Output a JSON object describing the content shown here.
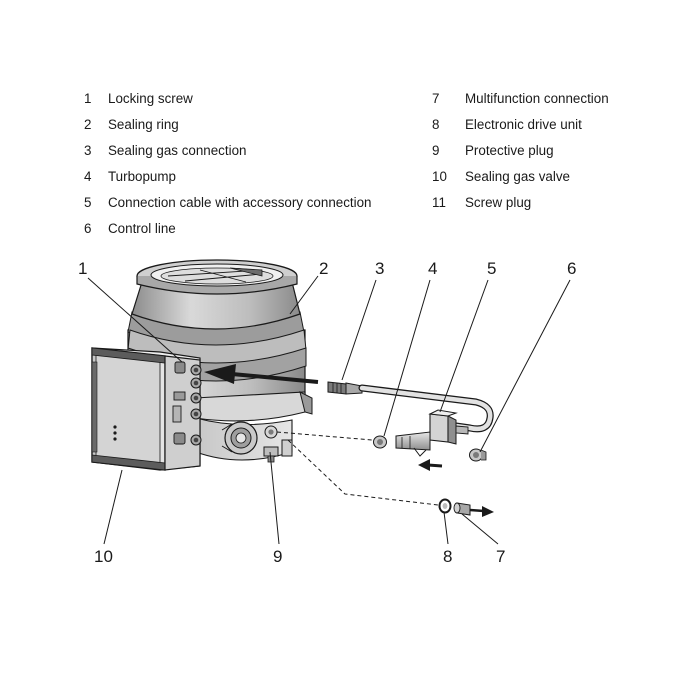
{
  "legend": {
    "left": [
      {
        "num": "1",
        "label": "Locking screw"
      },
      {
        "num": "2",
        "label": "Sealing ring"
      },
      {
        "num": "3",
        "label": "Sealing gas connection"
      },
      {
        "num": "4",
        "label": "Turbopump"
      },
      {
        "num": "5",
        "label": "Connection cable with accessory connection"
      },
      {
        "num": "6",
        "label": "Control line"
      }
    ],
    "right": [
      {
        "num": "7",
        "label": "Multifunction connection"
      },
      {
        "num": "8",
        "label": "Electronic drive unit"
      },
      {
        "num": "9",
        "label": "Protective plug"
      },
      {
        "num": "10",
        "label": "Sealing gas valve"
      },
      {
        "num": "11",
        "label": "Screw plug"
      }
    ]
  },
  "callouts": {
    "c1": "1",
    "c2": "2",
    "c3": "3",
    "c4": "4",
    "c5": "5",
    "c6": "6",
    "c7": "7",
    "c8": "8",
    "c9": "9",
    "c10": "10"
  },
  "colors": {
    "line": "#1a1a1a",
    "shade": "#b5b5b5",
    "shade_dark": "#8a8a8a",
    "shade_light": "#dcdcdc"
  }
}
